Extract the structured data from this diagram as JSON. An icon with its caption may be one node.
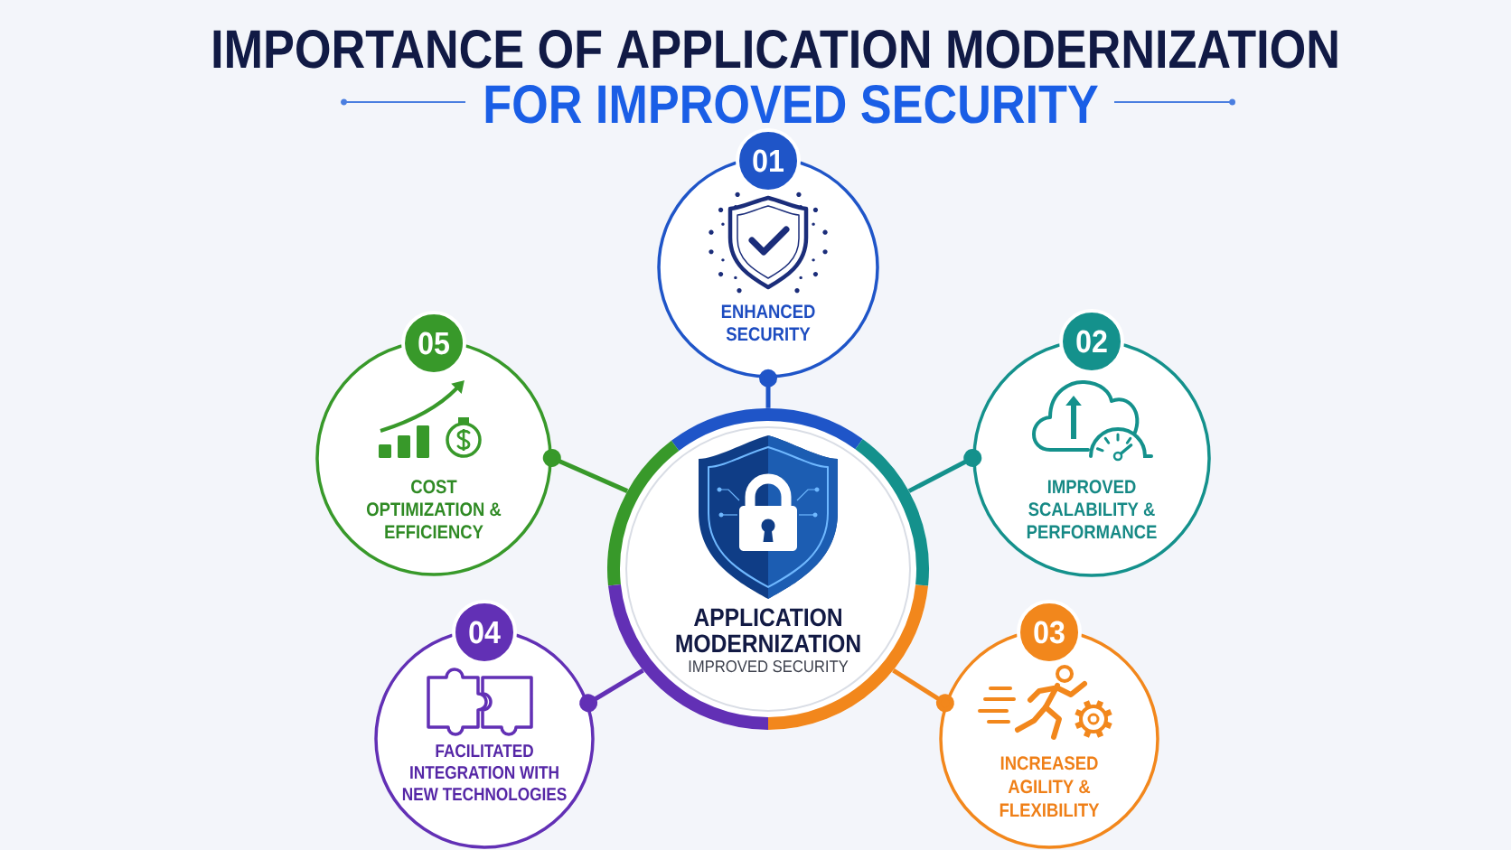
{
  "diagram": {
    "title": "IMPORTANCE OF APPLICATION MODERNIZATION",
    "nodes": [
      {
        "text": [
          "APPLICATION MODERNIZATION",
          "IMPROVED SECURITY"
        ]
      },
      {
        "text": [
          "01"
        ]
      },
      {
        "text": [
          "ENHANCED SECURITY"
        ]
      },
      {
        "text": [
          "02"
        ]
      },
      {
        "text": [
          "IMPROVED SCALABILITY & PERFORMANCE"
        ]
      },
      {
        "text": [
          "03"
        ]
      },
      {
        "text": [
          "INCREASED AGILITY & FLEXIBILITY"
        ]
      },
      {
        "text": [
          "04"
        ]
      },
      {
        "text": [
          "FACILITATED INTEGRATION WITH NEW TECHNOLOGIES"
        ]
      },
      {
        "text": [
          "05"
        ]
      },
      {
        "text": [
          "COST OPTIMIZATION & EFFICIENCY"
        ]
      }
    ],
    "edges": [
      {
        "from": 0,
        "to": 2,
        "arrow": "other",
        "color": "#1f55c8"
      },
      {
        "from": 0,
        "to": 4,
        "arrow": "other",
        "color": "#14918c"
      },
      {
        "from": 0,
        "to": 6,
        "arrow": "other",
        "color": "#f2871c"
      },
      {
        "from": 0,
        "to": 8,
        "arrow": "other",
        "color": "#6230b5"
      },
      {
        "from": 0,
        "to": 10,
        "arrow": "other",
        "color": "#38992a"
      }
    ],
    "labels": [
      "FOR IMPROVED SECURITY"
    ]
  }
}
